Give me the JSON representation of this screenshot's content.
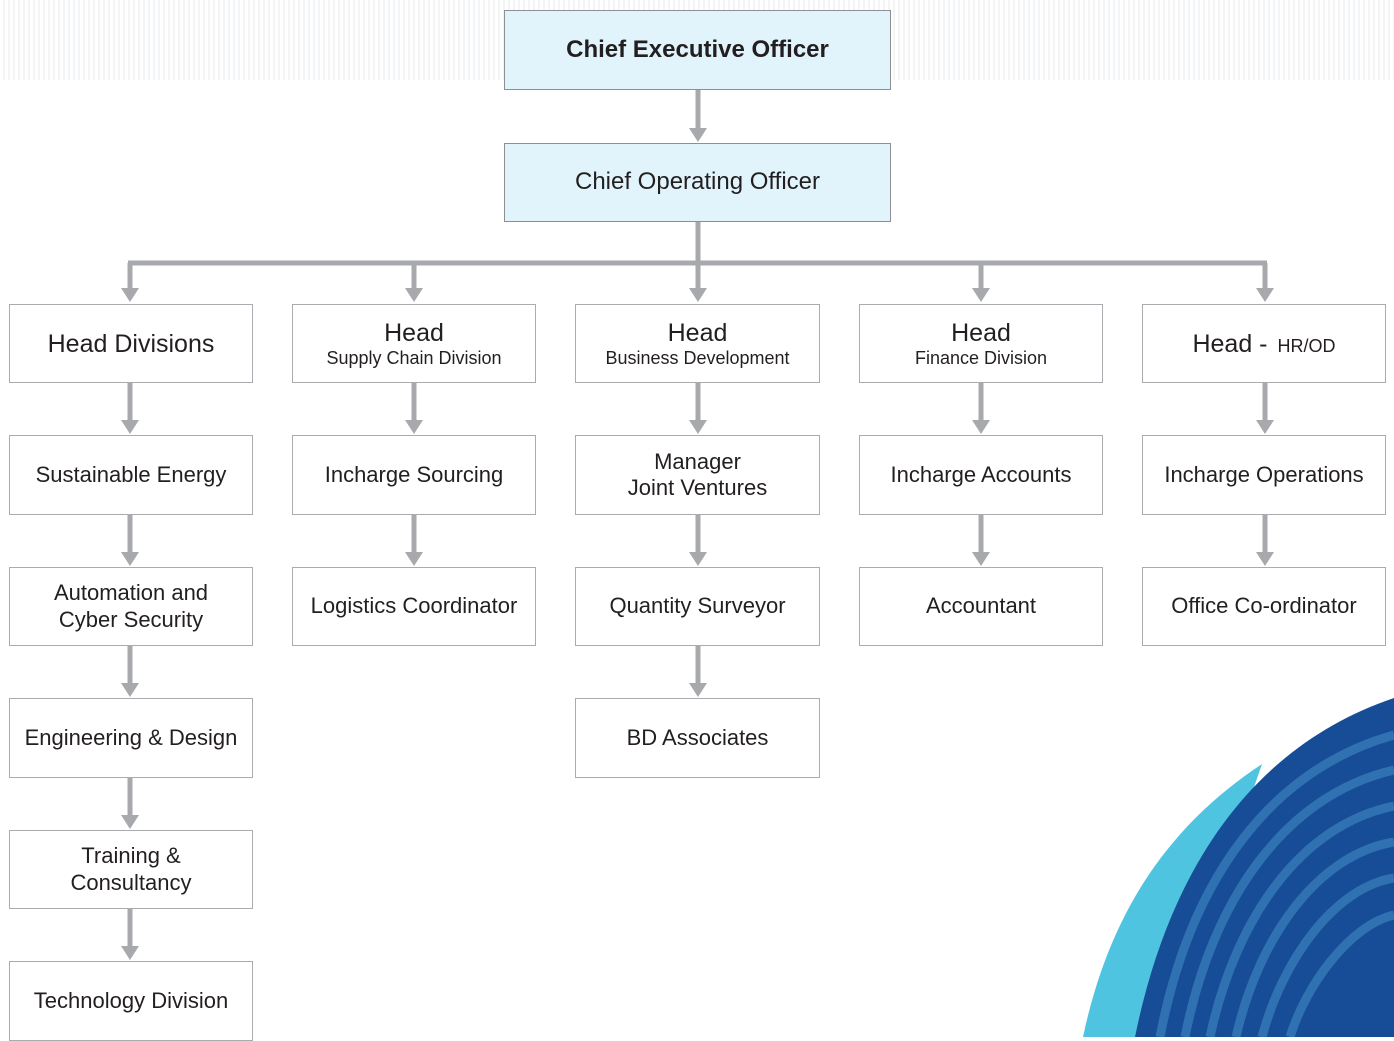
{
  "colors": {
    "connector": "#a7a9ac",
    "exec_fill": "#e1f4fc",
    "box_border": "#a9abae",
    "swoosh_dark": "#174c96",
    "swoosh_light": "#4fc4e0",
    "swoosh_stripe": "#2f71b1"
  },
  "ceo": {
    "label": "Chief Executive Officer"
  },
  "coo": {
    "label": "Chief Operating Officer"
  },
  "columns": [
    {
      "head": {
        "title": "Head Divisions",
        "subtitle": ""
      },
      "items": [
        "Sustainable Energy",
        "Automation and\nCyber Security",
        "Engineering & Design",
        "Training &\nConsultancy",
        "Technology Division"
      ]
    },
    {
      "head": {
        "title": "Head",
        "subtitle": "Supply Chain Division"
      },
      "items": [
        "Incharge Sourcing",
        "Logistics Coordinator"
      ]
    },
    {
      "head": {
        "title": "Head",
        "subtitle": "Business Development"
      },
      "items": [
        "Manager\nJoint Ventures",
        "Quantity Surveyor",
        "BD Associates"
      ]
    },
    {
      "head": {
        "title": "Head",
        "subtitle": "Finance Division"
      },
      "items": [
        "Incharge Accounts",
        "Accountant"
      ]
    },
    {
      "head": {
        "title": "Head -",
        "subtitle": "HR/OD"
      },
      "items": [
        "Incharge Operations",
        "Office Co-ordinator"
      ]
    }
  ]
}
